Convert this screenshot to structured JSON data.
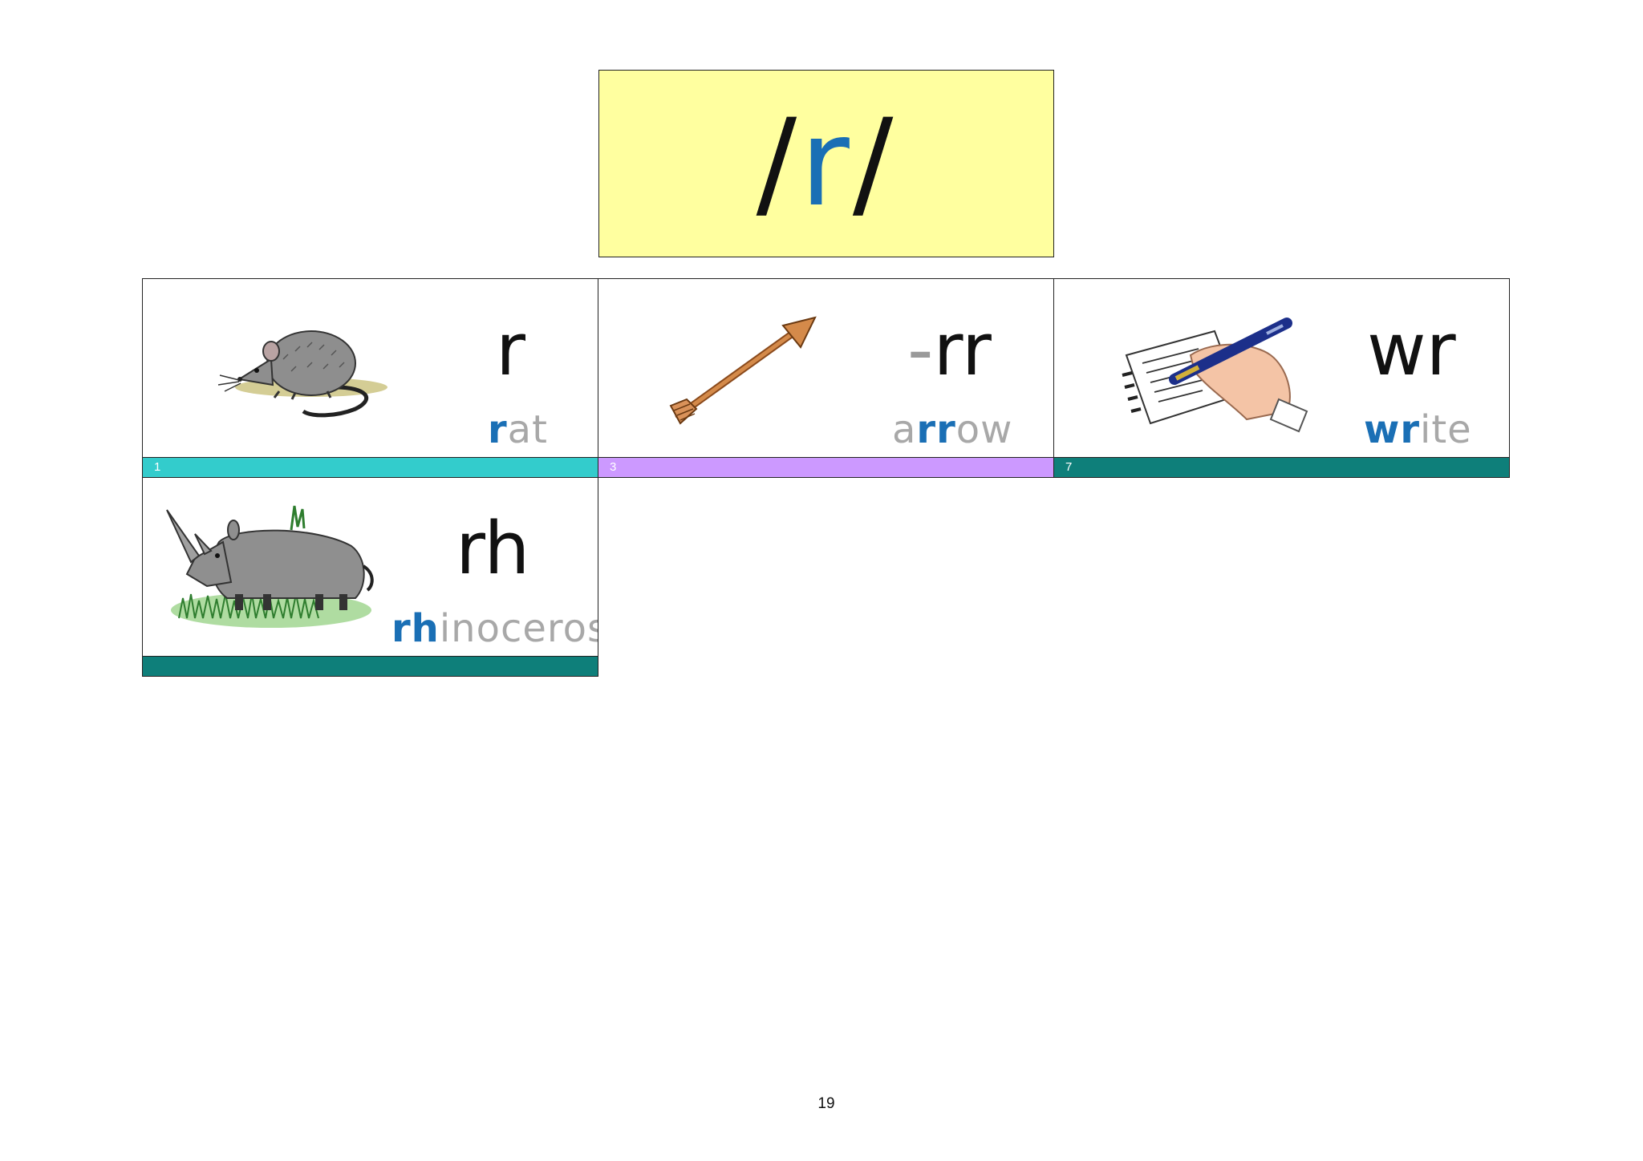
{
  "phoneme": {
    "open": "/",
    "letter": "r",
    "close": "/"
  },
  "cards": [
    {
      "grapheme": "r",
      "dash": "",
      "word_hl": "r",
      "word_rest": "at",
      "word_pre": "",
      "word_post": "",
      "number": "1",
      "bar_color": "#33cccc",
      "picture": "rat-icon"
    },
    {
      "grapheme": "rr",
      "dash": "-",
      "word_pre": "a",
      "word_hl": "rr",
      "word_post": "ow",
      "word_rest": "",
      "number": "3",
      "bar_color": "#cc99ff",
      "picture": "arrow-icon"
    },
    {
      "grapheme": "wr",
      "dash": "",
      "word_hl": "wr",
      "word_rest": "ite",
      "word_pre": "",
      "word_post": "",
      "number": "7",
      "bar_color": "#0e7f7a",
      "picture": "writing-hand-icon"
    },
    {
      "grapheme": "rh",
      "dash": "",
      "word_hl": "rh",
      "word_rest": "inoceros",
      "word_pre": "",
      "word_post": "",
      "number": "",
      "bar_color": "#0e7f7a",
      "picture": "rhinoceros-icon"
    }
  ],
  "page_number": "19"
}
